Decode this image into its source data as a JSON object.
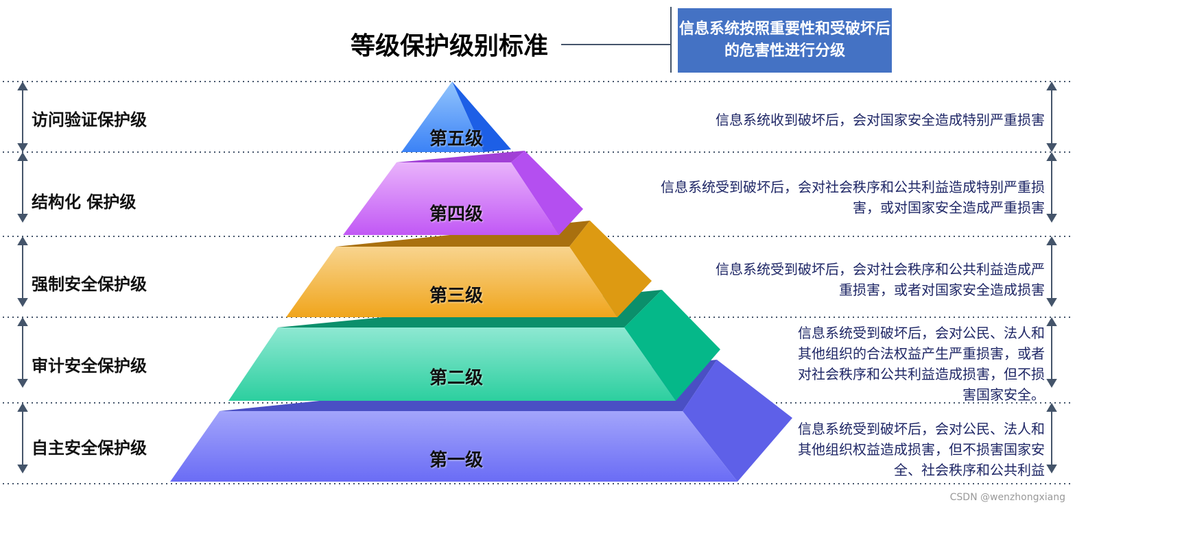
{
  "title": "等级保护级别标准",
  "title_note": "信息系统按照重要性和受破坏后的危害性进行分级",
  "levels": [
    {
      "name": "第五级",
      "category": "访问验证保护级",
      "description": "信息系统收到破坏后，会对国家安全造成特别严重损害",
      "color": "#3b82f6"
    },
    {
      "name": "第四级",
      "category": "结构化 保护级",
      "description": "信息系统受到破坏后，会对社会秩序和公共利益造成特别严重损害，或对国家安全造成严重损害",
      "color": "#c158f5"
    },
    {
      "name": "第三级",
      "category": "强制安全保护级",
      "description": "信息系统受到破坏后，会对社会秩序和公共利益造成严重损害，或者对国家安全造成损害",
      "color": "#f0a51c"
    },
    {
      "name": "第二级",
      "category": "审计安全保护级",
      "description": "信息系统受到破坏后，会对公民、法人和其他组织的合法权益产生严重损害，或者对社会秩序和公共利益造成损害，但不损害国家安全。",
      "color": "#12c191"
    },
    {
      "name": "第一级",
      "category": "自主安全保护级",
      "description": "信息系统受到破坏后，会对公民、法人和其他组织权益造成损害，但不损害国家安全、社会秩序和公共利益",
      "color": "#6a6cf5"
    }
  ],
  "watermark": "CSDN @wenzhongxiang"
}
